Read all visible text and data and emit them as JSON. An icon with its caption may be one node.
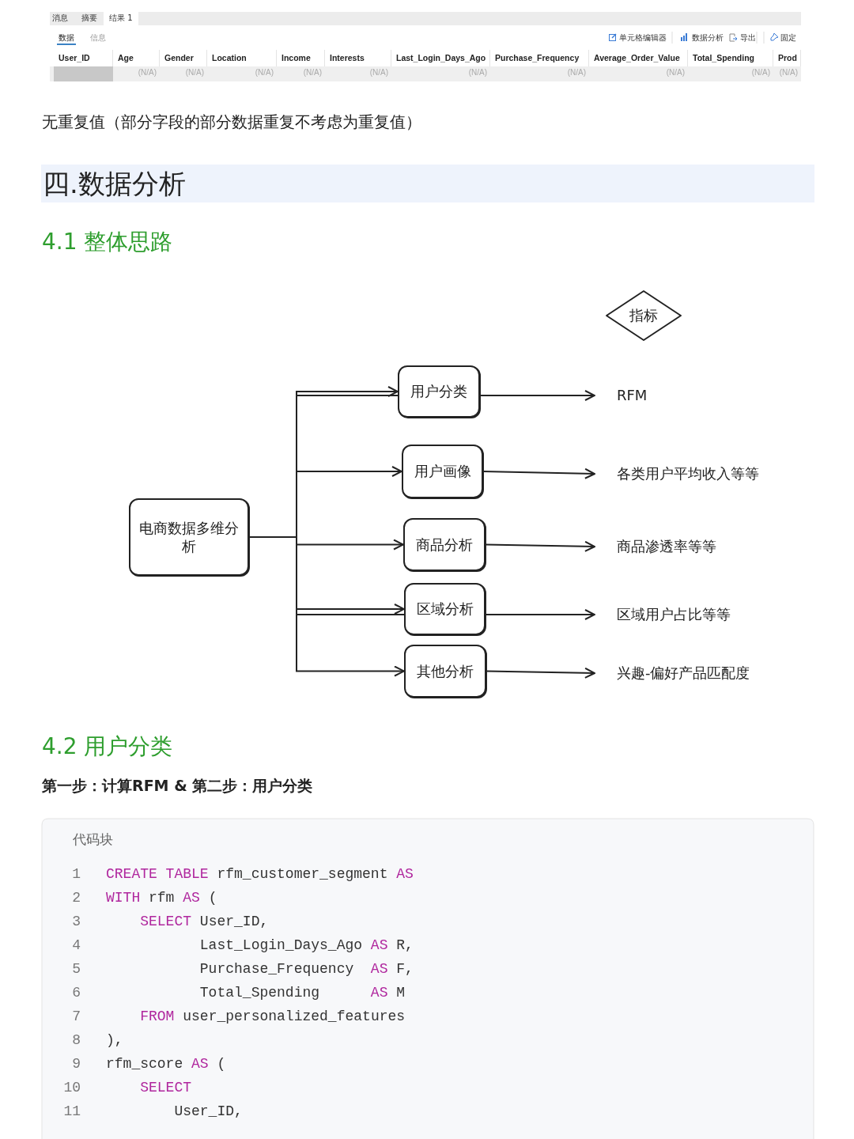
{
  "diagram": {
    "nodes": [
      {
        "text": [
          "电商数据多维分析"
        ]
      },
      {
        "text": [
          "用户分类"
        ]
      },
      {
        "text": [
          "用户画像"
        ]
      },
      {
        "text": [
          "商品分析"
        ]
      },
      {
        "text": [
          "区域分析"
        ]
      },
      {
        "text": [
          "其他分析"
        ]
      },
      {
        "text": [
          "指标"
        ]
      },
      {
        "text": [
          "RFM"
        ]
      },
      {
        "text": [
          "各类用户平均收入等等"
        ]
      },
      {
        "text": [
          "商品渗透率等等"
        ]
      },
      {
        "text": [
          "区域用户占比等等"
        ]
      },
      {
        "text": [
          "兴趣-偏好产品匹配度"
        ]
      }
    ],
    "edges": [
      {
        "from": 0,
        "to": 1,
        "arrow": "to"
      },
      {
        "from": 0,
        "to": 2,
        "arrow": "to"
      },
      {
        "from": 0,
        "to": 3,
        "arrow": "to"
      },
      {
        "from": 0,
        "to": 4,
        "arrow": "to"
      },
      {
        "from": 0,
        "to": 5,
        "arrow": "to"
      },
      {
        "from": 1,
        "to": 7,
        "arrow": "to"
      },
      {
        "from": 2,
        "to": 8,
        "arrow": "to"
      },
      {
        "from": 3,
        "to": 9,
        "arrow": "to"
      },
      {
        "from": 4,
        "to": 10,
        "arrow": "to"
      },
      {
        "from": 5,
        "to": 11,
        "arrow": "to"
      }
    ],
    "labels": [
      "消息",
      "摘要",
      "结果 1",
      "数据",
      "信息",
      "单元格编辑器",
      "数据分析",
      "导出",
      "固定",
      "User_ID",
      "Age",
      "Gender",
      "Location",
      "Income",
      "Interests",
      "Last_Login_Days_Ago",
      "Purchase_Frequency",
      "Average_Order_Value",
      "Total_Spending",
      "Prod",
      "(N/A)",
      "(N/A)",
      "(N/A)",
      "(N/A)",
      "(N/A)",
      "(N/A)",
      "(N/A)",
      "(N/A)",
      "(N/A)",
      "(N/A)",
      "无重复值（部分字段的部分数据重复不考虑为重复值）",
      "四.数据分析",
      "4.1 整体思路",
      "4.2 用户分类",
      "第一步：计算RFM & 第二步：用户分类",
      "代码块",
      "1",
      "*CREATE TABLE* rfm_customer_segment *AS*",
      "2",
      "*WITH* rfm *AS* (",
      "3",
      "    *SELECT* User_ID,",
      "4",
      "           Last_Login_Days_Ago *AS* R,",
      "5",
      "           Purchase_Frequency  *AS* F,",
      "6",
      "           Total_Spending      *AS* M",
      "7",
      "    *FROM* user_personalized_features",
      "8",
      "),",
      "9",
      "rfm_score *AS* (",
      "10",
      "    *SELECT*",
      "11",
      "        User_ID,"
    ]
  }
}
